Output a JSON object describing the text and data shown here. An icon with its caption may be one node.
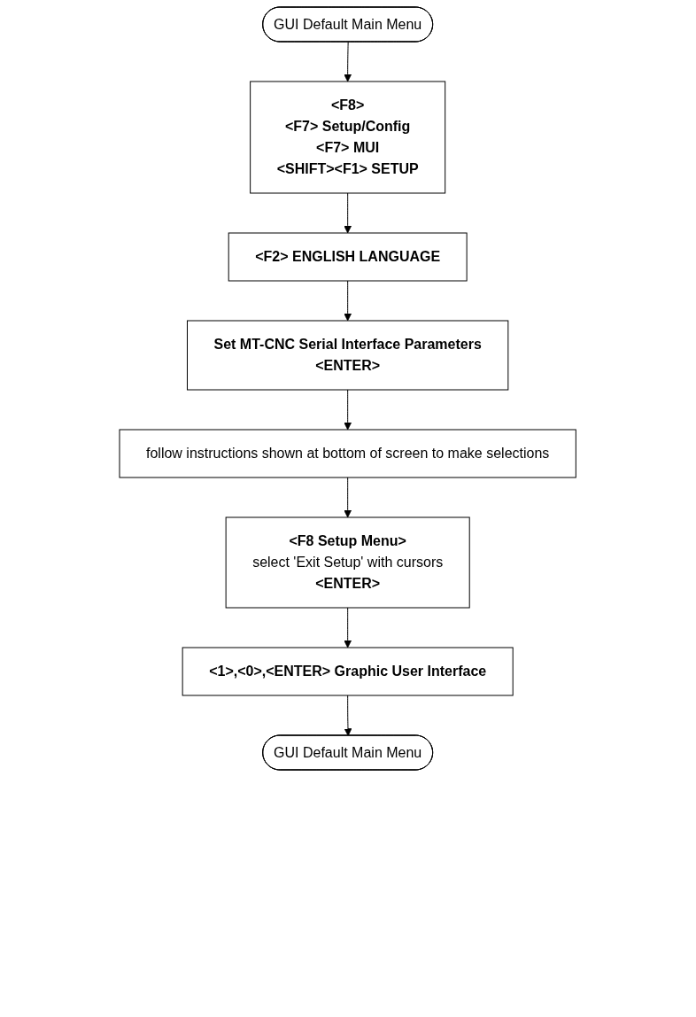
{
  "diagram": {
    "nodes": [
      {
        "text": [
          "GUI Default Main Menu"
        ]
      },
      {
        "text": [
          "<F8>",
          "<F7> Setup/Config",
          "<F7> MUI",
          "<SHIFT><F1> SETUP"
        ]
      },
      {
        "text": [
          "<F2> ENGLISH LANGUAGE"
        ]
      },
      {
        "text": [
          "Set MT-CNC Serial Interface Parameters",
          "<ENTER>"
        ]
      },
      {
        "text": [
          "follow instructions shown at bottom of screen to make selections"
        ]
      },
      {
        "text": [
          "<F8 Setup Menu>",
          "select 'Exit Setup' with cursors",
          "<ENTER>"
        ]
      },
      {
        "text": [
          "<1>,<0>,<ENTER> Graphic User Interface"
        ]
      },
      {
        "text": [
          "GUI Default Main Menu"
        ]
      }
    ],
    "edges": [
      {
        "from": 0,
        "to": 1,
        "arrow": "to"
      },
      {
        "from": 1,
        "to": 2,
        "arrow": "to"
      },
      {
        "from": 2,
        "to": 3,
        "arrow": "to"
      },
      {
        "from": 3,
        "to": 4,
        "arrow": "to"
      },
      {
        "from": 4,
        "to": 5,
        "arrow": "to"
      },
      {
        "from": 5,
        "to": 6,
        "arrow": "to"
      },
      {
        "from": 6,
        "to": 7,
        "arrow": "to"
      }
    ]
  }
}
